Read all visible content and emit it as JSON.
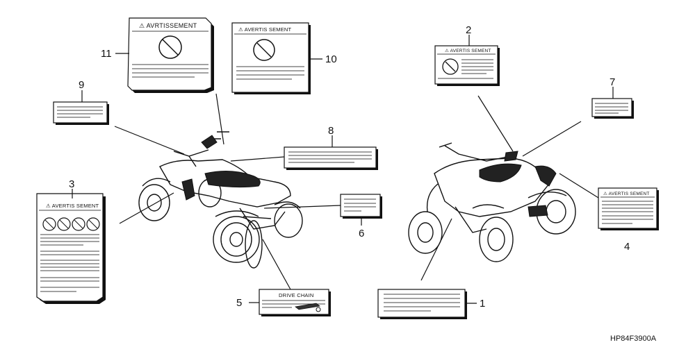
{
  "diagram": {
    "callouts": {
      "c1": "1",
      "c2": "2",
      "c3": "3",
      "c4": "4",
      "c5": "5",
      "c6": "6",
      "c7": "7",
      "c8": "8",
      "c9": "9",
      "c10": "10",
      "c11": "11"
    },
    "label_headers": {
      "label_11": "⚠ AVRTISSEMENT",
      "label_10": "⚠ AVERTIS SEMENT",
      "label_2": "⚠ AVERTIS SEMENT",
      "label_3": "⚠ AVERTIS SEMENT",
      "label_4": "⚠ AVERTIS SEMENT",
      "label_5": "DRIVE CHAIN"
    },
    "part_code": "HP84F3900A"
  }
}
